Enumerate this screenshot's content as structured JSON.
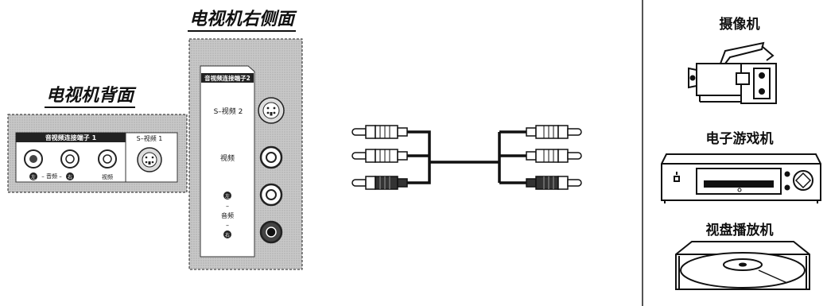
{
  "titles": {
    "tv_side": "电视机右侧面",
    "tv_back": "电视机背面"
  },
  "tv_back_panel": {
    "header": "音视频连接端子 1",
    "svideo_label": "S–视频 1",
    "audio_caption": "– 音频 –",
    "left_marker": "左",
    "right_marker": "右",
    "video_label": "视频"
  },
  "tv_side_panel": {
    "header": "音视频连接端子2",
    "svideo_label": "S–视频 2",
    "video_label": "视频",
    "left_marker": "左",
    "right_marker": "右",
    "audio_label": "音频",
    "dash": "–"
  },
  "devices": [
    {
      "label": "摄像机",
      "icon": "camcorder-icon"
    },
    {
      "label": "电子游戏机",
      "icon": "game-console-icon"
    },
    {
      "label": "视盘播放机",
      "icon": "disc-player-icon"
    }
  ]
}
